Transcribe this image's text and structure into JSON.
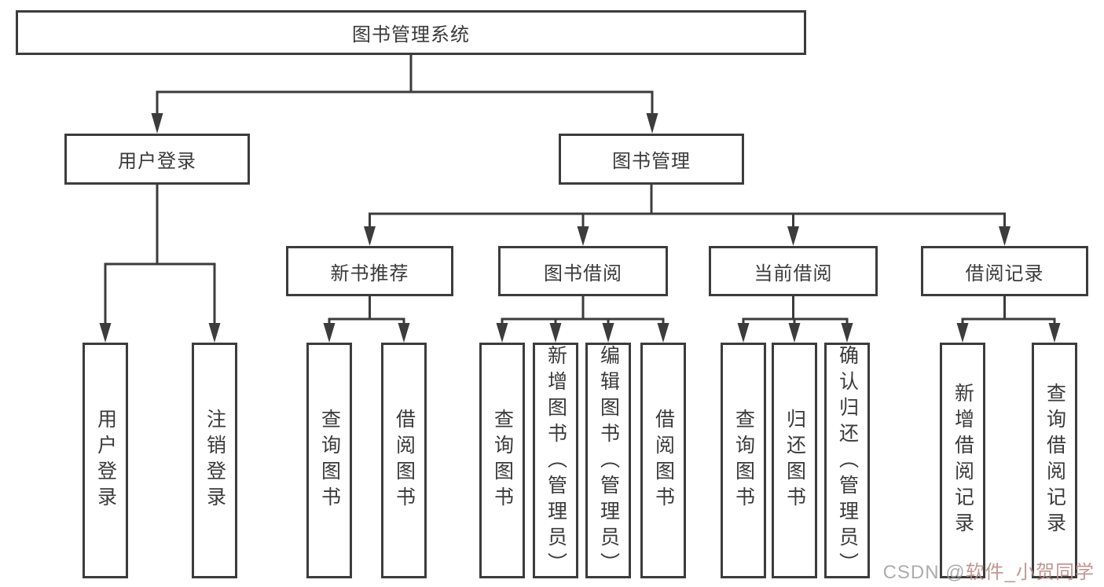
{
  "diagram": {
    "root": {
      "label": "图书管理系统"
    },
    "level2": [
      {
        "label": "用户登录"
      },
      {
        "label": "图书管理"
      }
    ],
    "level3": [
      {
        "label": "新书推荐"
      },
      {
        "label": "图书借阅"
      },
      {
        "label": "当前借阅"
      },
      {
        "label": "借阅记录"
      }
    ],
    "leaves": [
      {
        "label": "用户登录",
        "parent": "用户登录"
      },
      {
        "label": "注销登录",
        "parent": "用户登录"
      },
      {
        "label": "查询图书",
        "parent": "新书推荐"
      },
      {
        "label": "借阅图书",
        "parent": "新书推荐"
      },
      {
        "label": "查询图书",
        "parent": "图书借阅"
      },
      {
        "label": "新增图书（管理员）",
        "parent": "图书借阅"
      },
      {
        "label": "编辑图书（管理员）",
        "parent": "图书借阅"
      },
      {
        "label": "借阅图书",
        "parent": "图书借阅"
      },
      {
        "label": "查询图书",
        "parent": "当前借阅"
      },
      {
        "label": "归还图书",
        "parent": "当前借阅"
      },
      {
        "label": "确认归还（管理员）",
        "parent": "当前借阅"
      },
      {
        "label": "新增借阅记录",
        "parent": "借阅记录"
      },
      {
        "label": "查询借阅记录",
        "parent": "借阅记录"
      }
    ],
    "watermark": {
      "prefix": "CSDN @",
      "name": "软件_小贺同学"
    },
    "colors": {
      "line": "#3c3c3c",
      "text": "#3a3a3a",
      "background": "#ffffff",
      "watermark_gray": "#a6a6a6",
      "watermark_red": "#bb8f8b"
    }
  }
}
